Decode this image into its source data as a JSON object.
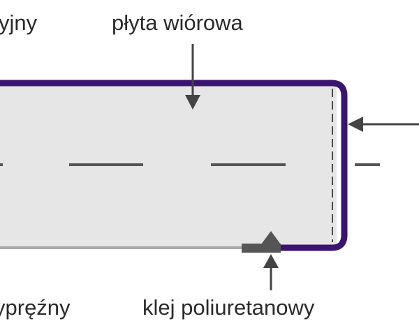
{
  "labels": {
    "top_left": "yjny",
    "top_center": "płyta wiórowa",
    "bottom_left": "ypręźny",
    "bottom_right": "klej poliuretanowy"
  },
  "colors": {
    "edge_band": "#3b1470",
    "board_fill": "#e6e6e6",
    "board_bottom_edge": "#a8a8a8",
    "arrow": "#444444",
    "center_line": "#555555",
    "glue": "#555555",
    "text": "#2a2a2a"
  }
}
